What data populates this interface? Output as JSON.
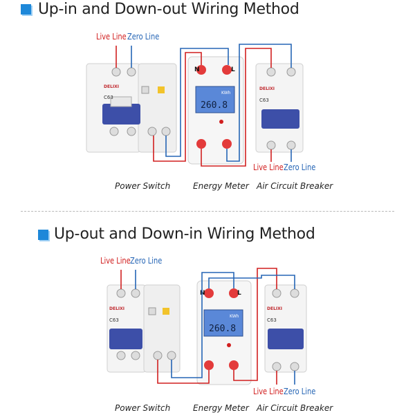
{
  "section1": {
    "title": "Up-in and Down-out Wiring Method",
    "live_top": "Live Line",
    "zero_top": "Zero Line",
    "live_bottom": "Live Line",
    "zero_bottom": "Zero Line",
    "captions": {
      "power": "Power Switch",
      "meter": "Energy Meter",
      "breaker": "Air Circuit Breaker"
    }
  },
  "section2": {
    "title": "Up-out and Down-in Wiring Method",
    "live_top": "Live Line",
    "zero_top": "Zero Line",
    "live_bottom": "Live Line",
    "zero_bottom": "Zero Line",
    "captions": {
      "power": "Power Switch",
      "meter": "Energy Meter",
      "breaker": "Air Circuit Breaker"
    }
  },
  "device": {
    "brand": "DELIXI",
    "model": "C63",
    "meter_unit": "KWh",
    "meter_reading": "260.8",
    "terminal_n": "N",
    "terminal_l": "L"
  },
  "colors": {
    "live": "#d11f1f",
    "zero": "#2565b5",
    "accent": "#1e88d9"
  }
}
